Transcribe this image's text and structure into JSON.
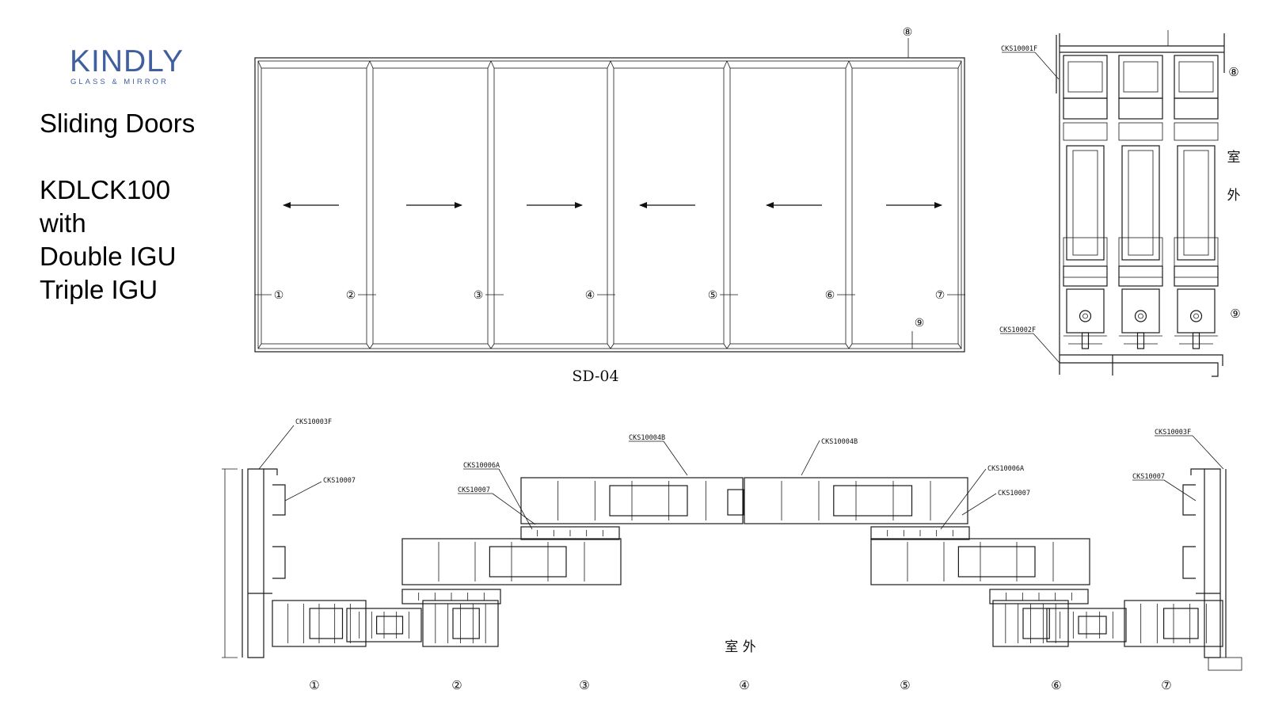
{
  "brand": {
    "name": "KINDLY",
    "tagline": "GLASS & MIRROR"
  },
  "title": "Sliding Doors",
  "specs": [
    "KDLCK100",
    "with",
    "Double IGU",
    "Triple IGU"
  ],
  "elevation": {
    "caption": "SD-04",
    "panel_markers": [
      "①",
      "②",
      "③",
      "④",
      "⑤",
      "⑥",
      "⑦"
    ],
    "top_marker": "⑧",
    "bottom_marker": "⑨",
    "arrows": [
      "left",
      "right",
      "right",
      "left",
      "left",
      "right"
    ]
  },
  "vertical_section": {
    "labels": [
      "CKS10001F",
      "CKS10002F"
    ],
    "markers": [
      "⑧",
      "⑨"
    ],
    "side_text": [
      "室",
      "外"
    ]
  },
  "horizontal_section": {
    "left_labels": [
      "CKS10003F",
      "CKS10007",
      "CKS10006A",
      "CKS10007",
      "CKS10004B"
    ],
    "right_labels": [
      "CKS10004B",
      "CKS10006A",
      "CKS10007",
      "CKS10003F",
      "CKS10007"
    ],
    "exterior_text": "室 外",
    "markers": [
      "①",
      "②",
      "③",
      "④",
      "⑤",
      "⑥",
      "⑦"
    ]
  }
}
